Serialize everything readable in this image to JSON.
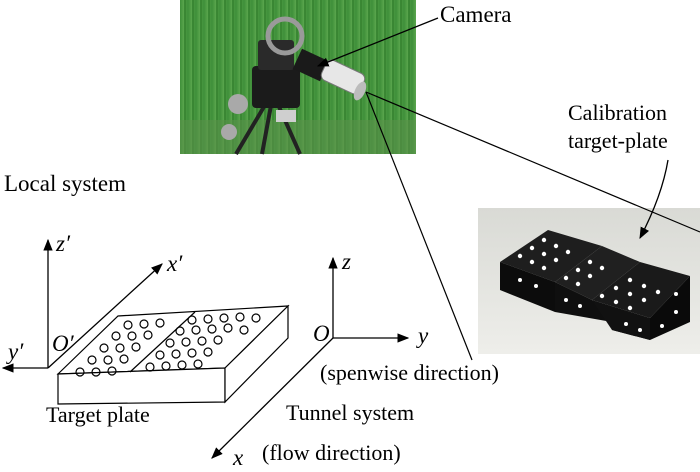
{
  "labels": {
    "camera": "Camera",
    "calibration_line1": "Calibration",
    "calibration_line2": "target-plate",
    "local_system": "Local system",
    "target_plate": "Target plate",
    "tunnel_system": "Tunnel system",
    "spanwise": "(spenwise direction)",
    "flow": "(flow direction)"
  },
  "axes": {
    "local_z": "z′",
    "local_x": "x′",
    "local_y": "y′",
    "local_origin": "O′",
    "tunnel_z": "z",
    "tunnel_y": "y",
    "tunnel_x": "x",
    "tunnel_origin": "O"
  },
  "photos": {
    "camera_photo": "photo of camera on tripod against green curtain",
    "plate_photo": "photo of black stepped calibration target-plate with white dots"
  },
  "colors": {
    "curtain_green": "#3f8f3a",
    "target_black": "#111111",
    "dot_white": "#ffffff",
    "line": "#000000"
  }
}
